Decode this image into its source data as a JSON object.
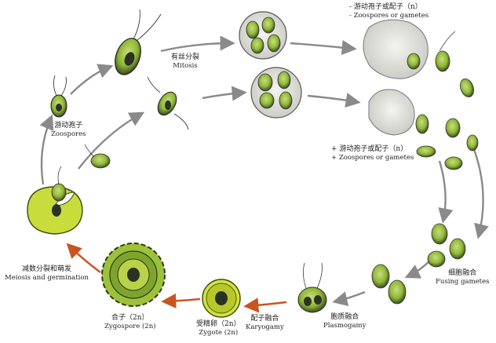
{
  "colors": {
    "arrow_gray": "#8a8a8a",
    "arrow_orange": "#c8551f",
    "cell_green": "#8fb838",
    "cell_dark": "#2b3320",
    "zygote_yellow": "#d4e23a",
    "zygospore_green": "#9cc23a"
  },
  "labels": {
    "mitosis": {
      "zh": "有丝分裂",
      "en": "Mitosis"
    },
    "release_top": {
      "zh": "- 游动孢子或配子（n）",
      "en": "- Zoospores or gametes"
    },
    "zoospores": {
      "zh": "游动孢子",
      "en": "Zoospores"
    },
    "release_mid": {
      "zh": "+ 游动孢子或配子（n）",
      "en": "+ Zoospores or gametes"
    },
    "fusing": {
      "zh": "细胞融合",
      "en": "Fusing gametes"
    },
    "plasmogamy": {
      "zh": "胞质融合",
      "en": "Plasmogamy"
    },
    "karyogamy": {
      "zh": "配子融合",
      "en": "Karyogamy"
    },
    "zygote": {
      "zh": "受精卵（2n）",
      "en": "Zygote (2n)"
    },
    "zygospore": {
      "zh": "合子（2n）",
      "en": "Zygospore (2n)"
    },
    "meiosis": {
      "zh": "减数分裂和萌发",
      "en": "Meiosis and germination"
    }
  },
  "stages": [
    {
      "id": "zoospore-small",
      "icon": "flagellate-cell-icon"
    },
    {
      "id": "zoospore-adult",
      "icon": "flagellate-cell-icon"
    },
    {
      "id": "sporangium-upper",
      "icon": "sporangium-icon"
    },
    {
      "id": "sporangium-lower",
      "icon": "sporangium-icon"
    },
    {
      "id": "burst-cell-upper",
      "icon": "burst-cell-icon"
    },
    {
      "id": "burst-cell-lower",
      "icon": "burst-cell-icon"
    },
    {
      "id": "pairing-gametes",
      "icon": "gamete-pair-icon"
    },
    {
      "id": "fusing-gametes",
      "icon": "fusing-gametes-icon"
    },
    {
      "id": "plasmogamy-cell",
      "icon": "plasmogamy-icon"
    },
    {
      "id": "zygote-cell",
      "icon": "zygote-icon"
    },
    {
      "id": "zygospore-cell",
      "icon": "zygospore-icon"
    },
    {
      "id": "germinating-zygospore",
      "icon": "germinating-zygospore-icon"
    }
  ]
}
